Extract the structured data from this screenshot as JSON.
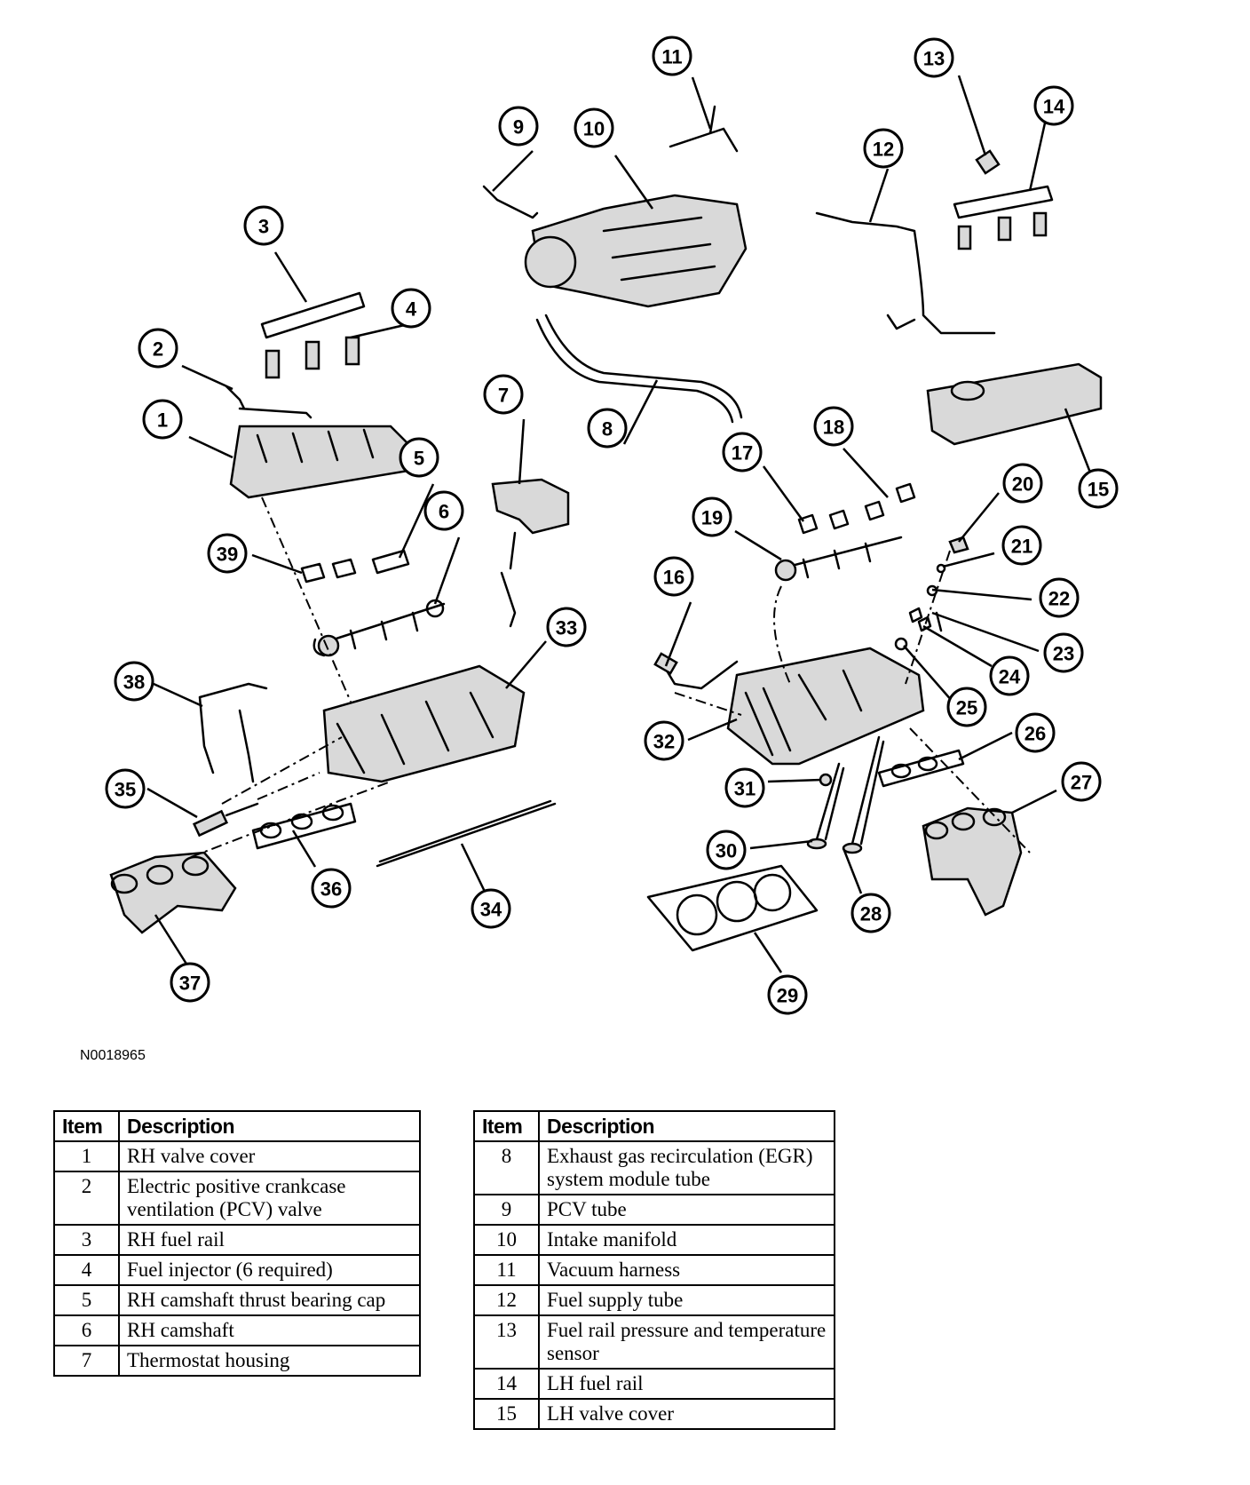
{
  "figure_id": "N0018965",
  "callouts": [
    "1",
    "2",
    "3",
    "4",
    "5",
    "6",
    "7",
    "8",
    "9",
    "10",
    "11",
    "12",
    "13",
    "14",
    "15",
    "16",
    "17",
    "18",
    "19",
    "20",
    "21",
    "22",
    "23",
    "24",
    "25",
    "26",
    "27",
    "28",
    "29",
    "30",
    "31",
    "32",
    "33",
    "34",
    "35",
    "36",
    "37",
    "38",
    "39"
  ],
  "legend_left": {
    "header_item": "Item",
    "header_desc": "Description",
    "rows": [
      {
        "item": "1",
        "desc": "RH valve cover"
      },
      {
        "item": "2",
        "desc": "Electric positive crankcase ventilation (PCV) valve"
      },
      {
        "item": "3",
        "desc": "RH fuel rail"
      },
      {
        "item": "4",
        "desc": "Fuel injector (6 required)"
      },
      {
        "item": "5",
        "desc": "RH camshaft thrust bearing cap"
      },
      {
        "item": "6",
        "desc": "RH camshaft"
      },
      {
        "item": "7",
        "desc": "Thermostat housing"
      }
    ]
  },
  "legend_right": {
    "header_item": "Item",
    "header_desc": "Description",
    "rows": [
      {
        "item": "8",
        "desc": "Exhaust gas recirculation (EGR) system module tube"
      },
      {
        "item": "9",
        "desc": "PCV tube"
      },
      {
        "item": "10",
        "desc": "Intake manifold"
      },
      {
        "item": "11",
        "desc": "Vacuum harness"
      },
      {
        "item": "12",
        "desc": "Fuel supply tube"
      },
      {
        "item": "13",
        "desc": "Fuel rail pressure and temperature sensor"
      },
      {
        "item": "14",
        "desc": "LH fuel rail"
      },
      {
        "item": "15",
        "desc": "LH valve cover"
      }
    ]
  }
}
